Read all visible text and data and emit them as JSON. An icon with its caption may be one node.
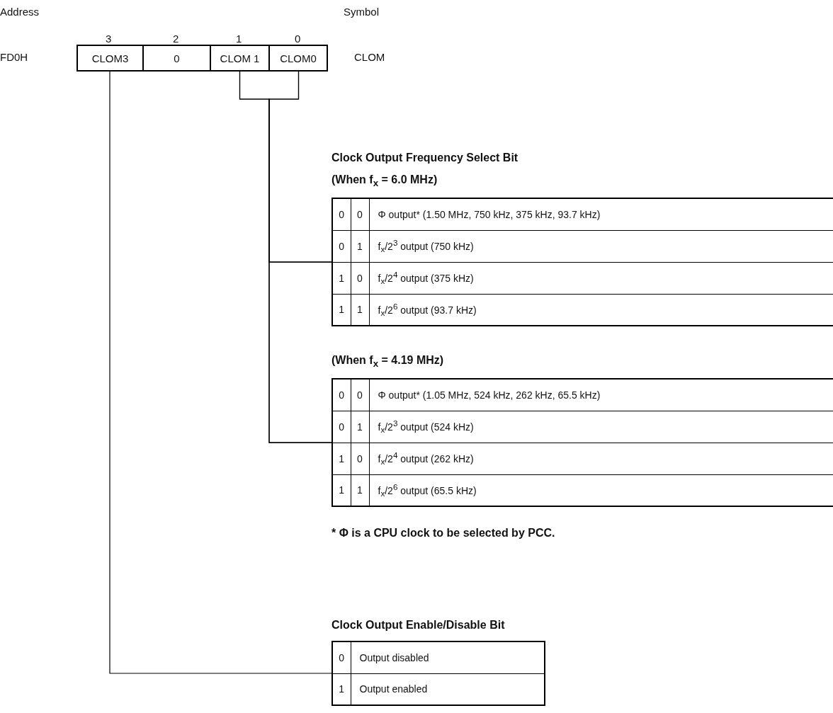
{
  "diagram": {
    "nodes": [
      {
        "text": [
          "CLOM3"
        ]
      },
      {
        "text": [
          "0"
        ]
      },
      {
        "text": [
          "CLOM 1"
        ]
      },
      {
        "text": [
          "CLOM0"
        ]
      },
      {
        "text": [
          "Clock Output Frequency Select Bit",
          "(When f$_{x}$ = 6.0 MHz)",
          "0",
          "0",
          "Φ output* (1.50 MHz, 750 kHz, 375 kHz, 93.7 kHz)",
          "0",
          "1",
          "f$_{x}$/2$^{3}$ output (750 kHz)",
          "1",
          "0",
          "f$_{x}$/2$^{4}$ output (375 kHz)",
          "1",
          "1",
          "f$_{x}$/2$^{6}$ output (93.7 kHz)"
        ]
      },
      {
        "text": [
          "(When f$_{x}$ = 4.19 MHz)",
          "0",
          "0",
          "Φ output* (1.05 MHz, 524 kHz, 262 kHz, 65.5 kHz)",
          "0",
          "1",
          "f$_{x}$/2$^{3}$ output (524 kHz)",
          "1",
          "0",
          "f$_{x}$/2$^{4}$ output (262 kHz)",
          "1",
          "1",
          "f$_{x}$/2$^{6}$ output (65.5 kHz)"
        ]
      },
      {
        "text": [
          "Clock Output Enable/Disable Bit",
          "0",
          "Output disabled",
          "1",
          "Output enabled"
        ]
      }
    ],
    "edges": [
      {
        "from": 2,
        "to": 4,
        "arrow": "none"
      },
      {
        "from": 3,
        "to": 4,
        "arrow": "none"
      },
      {
        "from": 2,
        "to": 5,
        "arrow": "none"
      },
      {
        "from": 3,
        "to": 5,
        "arrow": "none"
      },
      {
        "from": 0,
        "to": 6,
        "arrow": "none"
      }
    ],
    "labels": [
      "Address",
      "Symbol",
      "3",
      "2",
      "1",
      "0",
      "FD0H",
      "CLOM",
      "*  Φ is a CPU clock to be selected by PCC."
    ]
  }
}
